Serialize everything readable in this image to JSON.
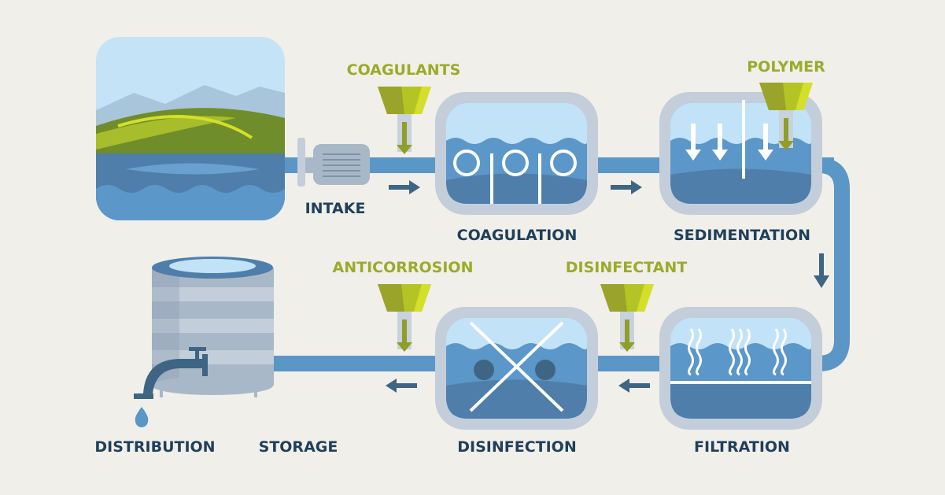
{
  "title": "Water treatment process",
  "stages": {
    "intake": "INTAKE",
    "coagulation": "COAGULATION",
    "sedimentation": "SEDIMENTATION",
    "filtration": "FILTRATION",
    "disinfection": "DISINFECTION",
    "storage": "STORAGE",
    "distribution": "DISTRIBUTION"
  },
  "chemicals": {
    "coagulants": "COAGULANTS",
    "polymer": "POLYMER",
    "disinfectant": "DISINFECTANT",
    "anticorrosion": "ANTICORROSION"
  },
  "colors": {
    "background": "#f1efe9",
    "label": "#1f3f5b",
    "chemical_label": "#9aab2a",
    "pipe": "#5a96c6",
    "flow_arrow": "#3e6583"
  }
}
